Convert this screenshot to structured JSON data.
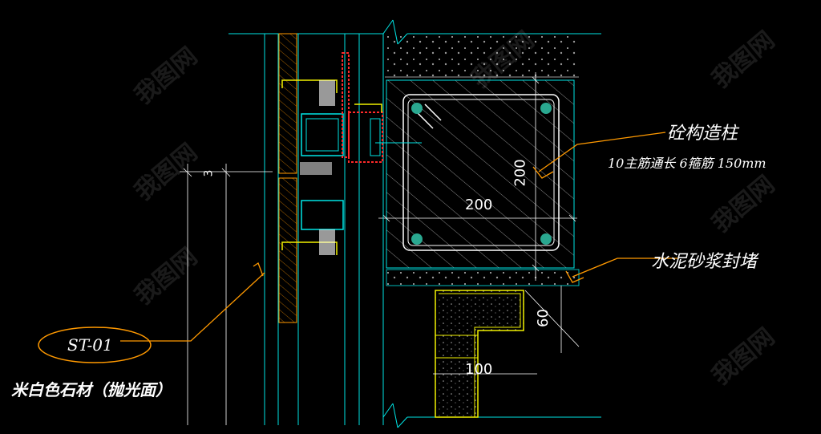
{
  "labels": {
    "column_title": "砼构造柱",
    "column_spec": "10主筋通长 6箍筋  150mm",
    "mortar": "水泥砂浆封堵",
    "tag": "ST-01",
    "stone": "米白色石材（抛光面）"
  },
  "dimensions": {
    "col_width": "200",
    "col_height": "200",
    "gap": "3",
    "block_height": "60",
    "block_width": "100"
  },
  "watermark": "我图网",
  "colors": {
    "background": "#000000",
    "cyan": "#00e5e5",
    "yellow": "#f0f000",
    "orange": "#ff9900",
    "red": "#ff2a2a",
    "white": "#ffffff",
    "grey": "#9a9a9a"
  }
}
